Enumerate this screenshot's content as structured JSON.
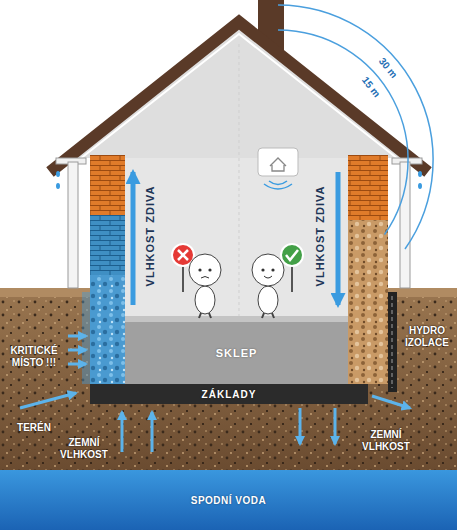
{
  "diagram": {
    "nodes": [
      {
        "text": [
          "SKLEP"
        ]
      },
      {
        "text": [
          "ZÁKLADY"
        ]
      },
      {
        "text": [
          "SPODNÍ VODA"
        ]
      }
    ],
    "labels": [
      "30 m",
      "15 m",
      "VLHKOST ZDIVA",
      "VLHKOST ZDIVA",
      "KRITICKÉ MÍSTO !!!",
      "TERÉN",
      "ZEMNÍ VLHKOST",
      "ZEMNÍ VLHKOST",
      "HYDRO IZOLACE"
    ]
  }
}
